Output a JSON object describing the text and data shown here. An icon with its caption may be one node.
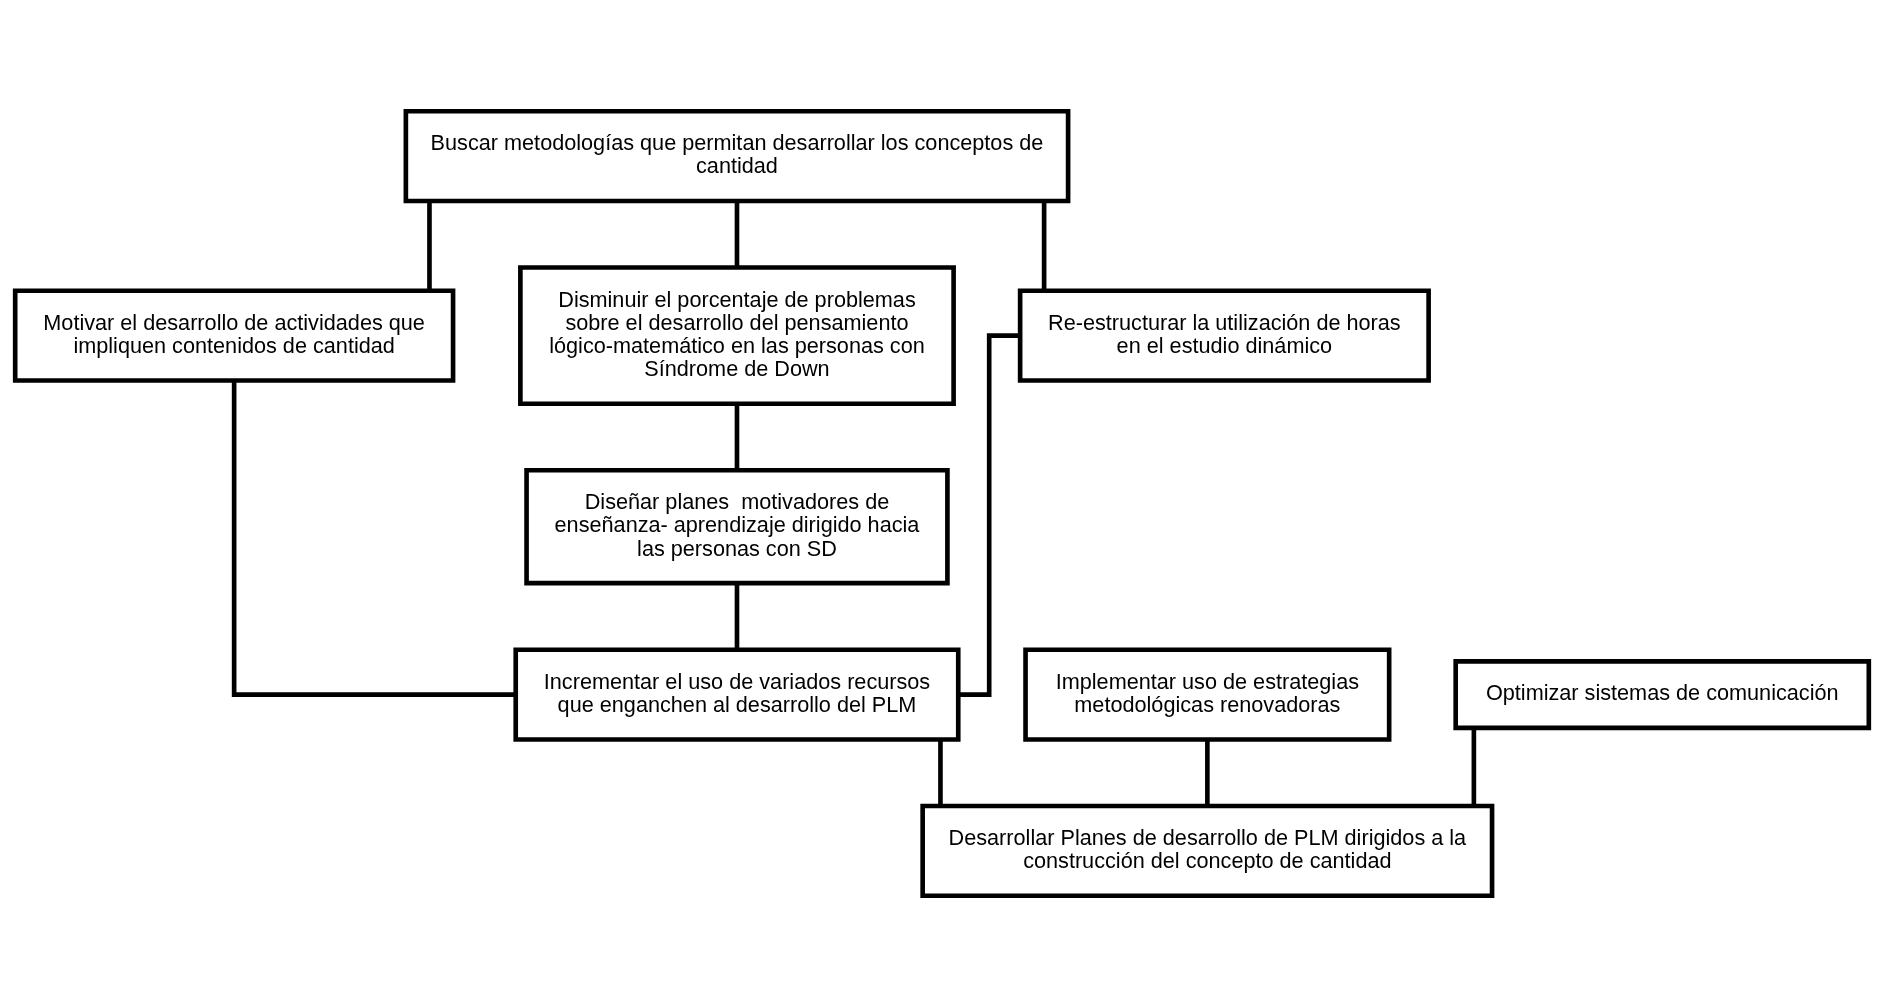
{
  "diagram": {
    "nodes": [
      {
        "text": [
          "Buscar metodologías que permitan desarrollar los conceptos de cantidad"
        ]
      },
      {
        "text": [
          "Motivar el desarrollo de actividades que impliquen contenidos de cantidad"
        ]
      },
      {
        "text": [
          "Disminuir el porcentaje de problemas  sobre el desarrollo del pensamiento lógico-matemático en las personas con Síndrome de Down"
        ]
      },
      {
        "text": [
          "Re-estructurar la utilización de horas en el estudio dinámico"
        ]
      },
      {
        "text": [
          "Diseñar planes  motivadores de enseñanza- aprendizaje dirigido hacia las personas con SD"
        ]
      },
      {
        "text": [
          "Implementar uso de estrategias metodológicas renovadoras"
        ]
      },
      {
        "text": [
          "Incrementar el uso de variados recursos que enganchen al desarrollo del PLM"
        ]
      },
      {
        "text": [
          "Optimizar sistemas de comunicación"
        ]
      },
      {
        "text": [
          "Desarrollar Planes de desarrollo de PLM dirigidos a la construcción del concepto de cantidad"
        ]
      }
    ],
    "edges": [
      {
        "from": 0,
        "to": 1,
        "arrow": "none"
      },
      {
        "from": 0,
        "to": 2,
        "arrow": "none"
      },
      {
        "from": 0,
        "to": 3,
        "arrow": "none"
      },
      {
        "from": 2,
        "to": 4,
        "arrow": "none"
      },
      {
        "from": 1,
        "to": 6,
        "arrow": "none"
      },
      {
        "from": 4,
        "to": 6,
        "arrow": "none"
      },
      {
        "from": 3,
        "to": 6,
        "arrow": "none"
      },
      {
        "from": 5,
        "to": 8,
        "arrow": "none"
      },
      {
        "from": 6,
        "to": 8,
        "arrow": "none"
      },
      {
        "from": 7,
        "to": 8,
        "arrow": "none"
      }
    ]
  }
}
